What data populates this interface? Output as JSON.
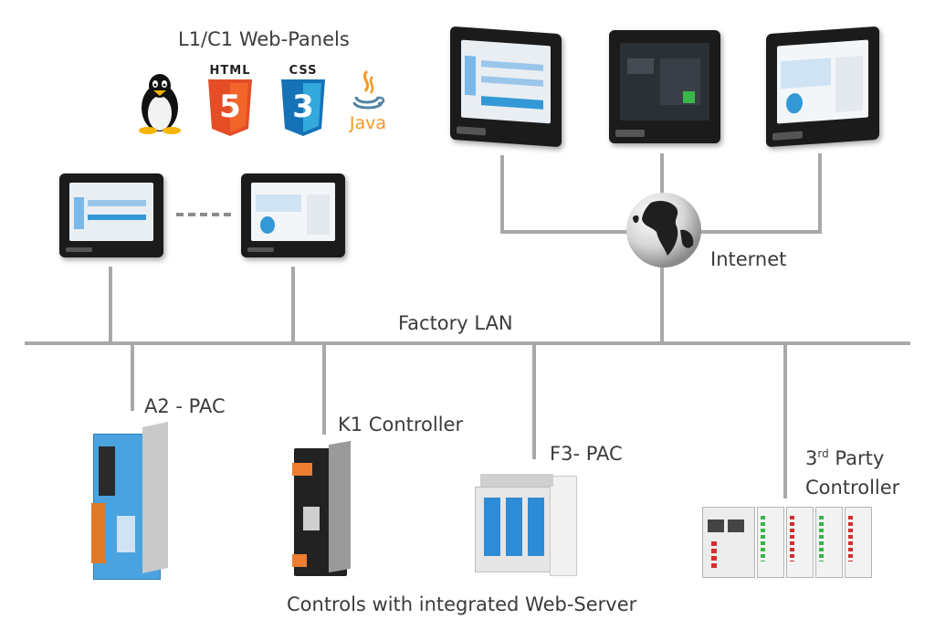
{
  "labels": {
    "web_panels": "L1/C1 Web-Panels",
    "internet": "Internet",
    "factory_lan": "Factory LAN",
    "a2_pac": "A2 - PAC",
    "k1_controller": "K1 Controller",
    "f3_pac": "F3- PAC",
    "third_party_sup": "rd",
    "third_party_num": "3",
    "third_party_line1": " Party",
    "third_party_line2": "Controller",
    "footer": "Controls with integrated Web-Server"
  },
  "logos": {
    "html": "HTML",
    "html_num": "5",
    "css": "CSS",
    "css_num": "3",
    "java": "Java"
  },
  "colors": {
    "line": "#a8a8a8",
    "html_orange": "#e44d26",
    "css_blue": "#1572b6",
    "java_orange": "#f89820",
    "a2_blue": "#4aa3df",
    "k1_orange": "#ee7d31",
    "f3_blue": "#2e8bd6"
  }
}
